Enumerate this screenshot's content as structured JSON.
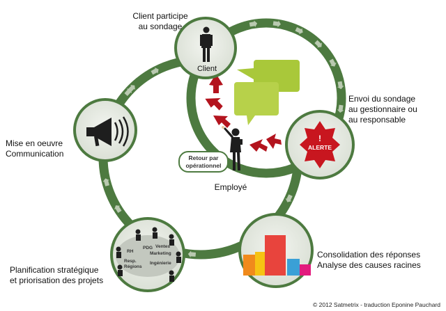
{
  "stages": {
    "client": {
      "title_line1": "Client participe",
      "title_line2": "au sondage",
      "node_label": "Client"
    },
    "alert": {
      "line1": "Envoi du sondage",
      "line2": "au gestionnaire ou",
      "line3": "au responsable",
      "badge": "ALERTE",
      "exclamation": "!"
    },
    "consolidation": {
      "line1": "Consolidation des réponses",
      "line2": "Analyse des causes racines"
    },
    "planning": {
      "line1": "Planification stratégique",
      "line2": "et priorisation des projets",
      "table_labels": [
        "PDG",
        "Ventes",
        "RH",
        "Marketing",
        "Resp.",
        "Régions",
        "Ingénierie"
      ]
    },
    "communication": {
      "line1": "Mise en oeuvre",
      "line2": "Communication"
    }
  },
  "employee": {
    "label": "Employé",
    "feedback_line1": "Retour par",
    "feedback_line2": "opérationnel"
  },
  "colors": {
    "ring": "#4d7a40",
    "arrow_light": "#b9c9b0",
    "node_fill": "#e7ebe2",
    "red_arrow": "#b3141e",
    "bubble": "#a9c83a",
    "alert_badge": "#c8161f"
  },
  "bar_colors": [
    "#f08a1c",
    "#f6c313",
    "#e8443d",
    "#3aa0d6",
    "#e21b7d"
  ],
  "copyright": "© 2012 Satmetrix - traduction Eponine Pauchard"
}
